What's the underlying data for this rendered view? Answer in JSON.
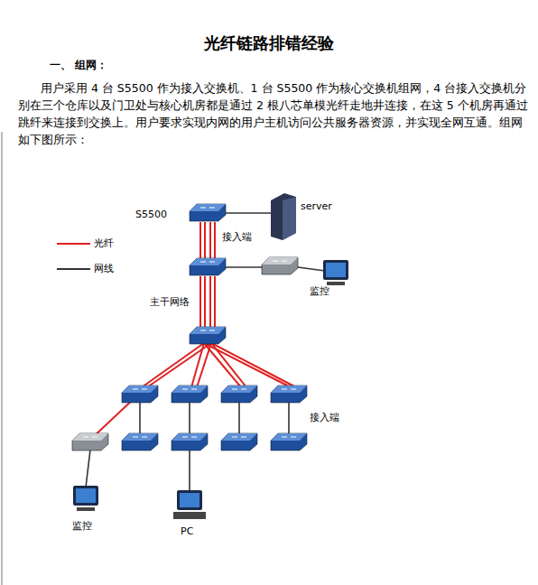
{
  "diagram": {
    "title": "光纤链路排错经验",
    "labels": [
      "一、 组网：",
      "用户采用 4 台 S5500 作为接入交换机、1 台 S5500 作为核心交换机组网，4 台接入交换机分别在三个仓库以及门卫处与核心机房都是通过 2 根八芯单模光纤走地井连接，在这 5 个机房再通过跳纤来连接到交换上。用户要求实现内网的用户主机访问公共服务器资源，并实现全网互通。组网如下图所示：",
      "S5500",
      "server",
      "接入端",
      "监控",
      "主干网络",
      "接入端",
      "监控",
      "PC"
    ],
    "legend": [
      {
        "text": "光纤"
      },
      {
        "text": "网线"
      }
    ]
  }
}
